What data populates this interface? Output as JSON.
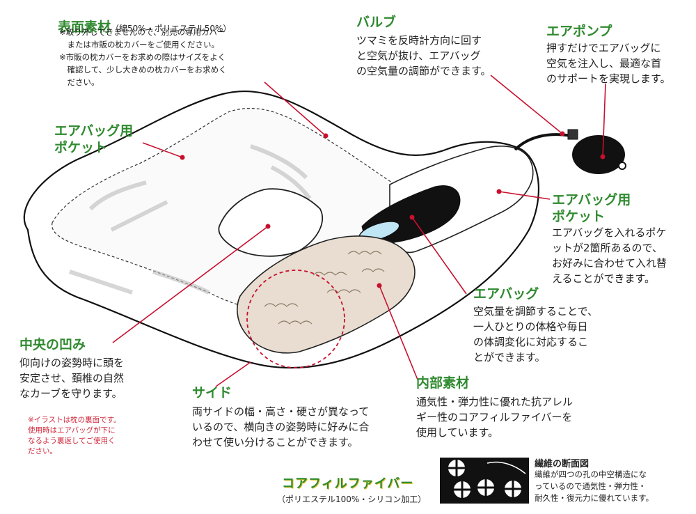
{
  "labels": {
    "surface": {
      "title": "表面素材",
      "sub": "（綿50%・ポリエステル50%）",
      "notes": "※取り外しできませんので、別売の専用カバー\n　または市販の枕カバーをご使用ください。\n※市販の枕カバーをお求めの際はサイズをよく\n　確認して、少し大きめの枕カバーをお求めく\n　ださい。"
    },
    "valve": {
      "title": "バルブ",
      "body": "ツマミを反時計方向に回す\nと空気が抜け、エアバッグ\nの空気量の調節ができます。"
    },
    "pump": {
      "title": "エアポンプ",
      "body": "押すだけでエアバッグに\n空気を注入し、最適な首\nのサポートを実現します。"
    },
    "pocket_left": {
      "title": "エアバッグ用\nポケット"
    },
    "pocket_right": {
      "title": "エアバッグ用\nポケット",
      "body": "エアバッグを入れるポケ\nットが2箇所あるので、\nお好みに合わせて入れ替\nえることができます。"
    },
    "airbag": {
      "title": "エアバッグ",
      "body": "空気量を調節することで、\n一人ひとりの体格や毎日\nの体調変化に対応するこ\nとができます。"
    },
    "center": {
      "title": "中央の凹み",
      "body": "仰向けの姿勢時に頭を\n安定させ、頚椎の自然\nなカーブを守ります。"
    },
    "warning": "※イラストは枕の裏面です。\n使用時はエアバッグが下に\nなるよう裏返してご使用く\nださい。",
    "side": {
      "title": "サイド",
      "body": "両サイドの幅・高さ・硬さが異なって\nいるので、横向きの姿勢時に好みに合\nわせて使い分けることができます。"
    },
    "inner": {
      "title": "内部素材",
      "body": "通気性・弾力性に優れた抗アレル\nギー性のコアフィルファイバーを\n使用しています。"
    },
    "fiber": {
      "title": "コアフィルファイバー",
      "sub": "（ポリエステル100%・シリコン加工）"
    },
    "section": {
      "title": "繊維の断面図",
      "body": "繊維が四つの孔の中空構造にな\nっているので通気性・弾力性・\n耐久性・復元力に優れています。"
    }
  },
  "colors": {
    "accent_green": "#2f8a2f",
    "leader_red": "#c8102e",
    "warning_red": "#d0263a",
    "fill_beige": "#e8ddd0"
  }
}
